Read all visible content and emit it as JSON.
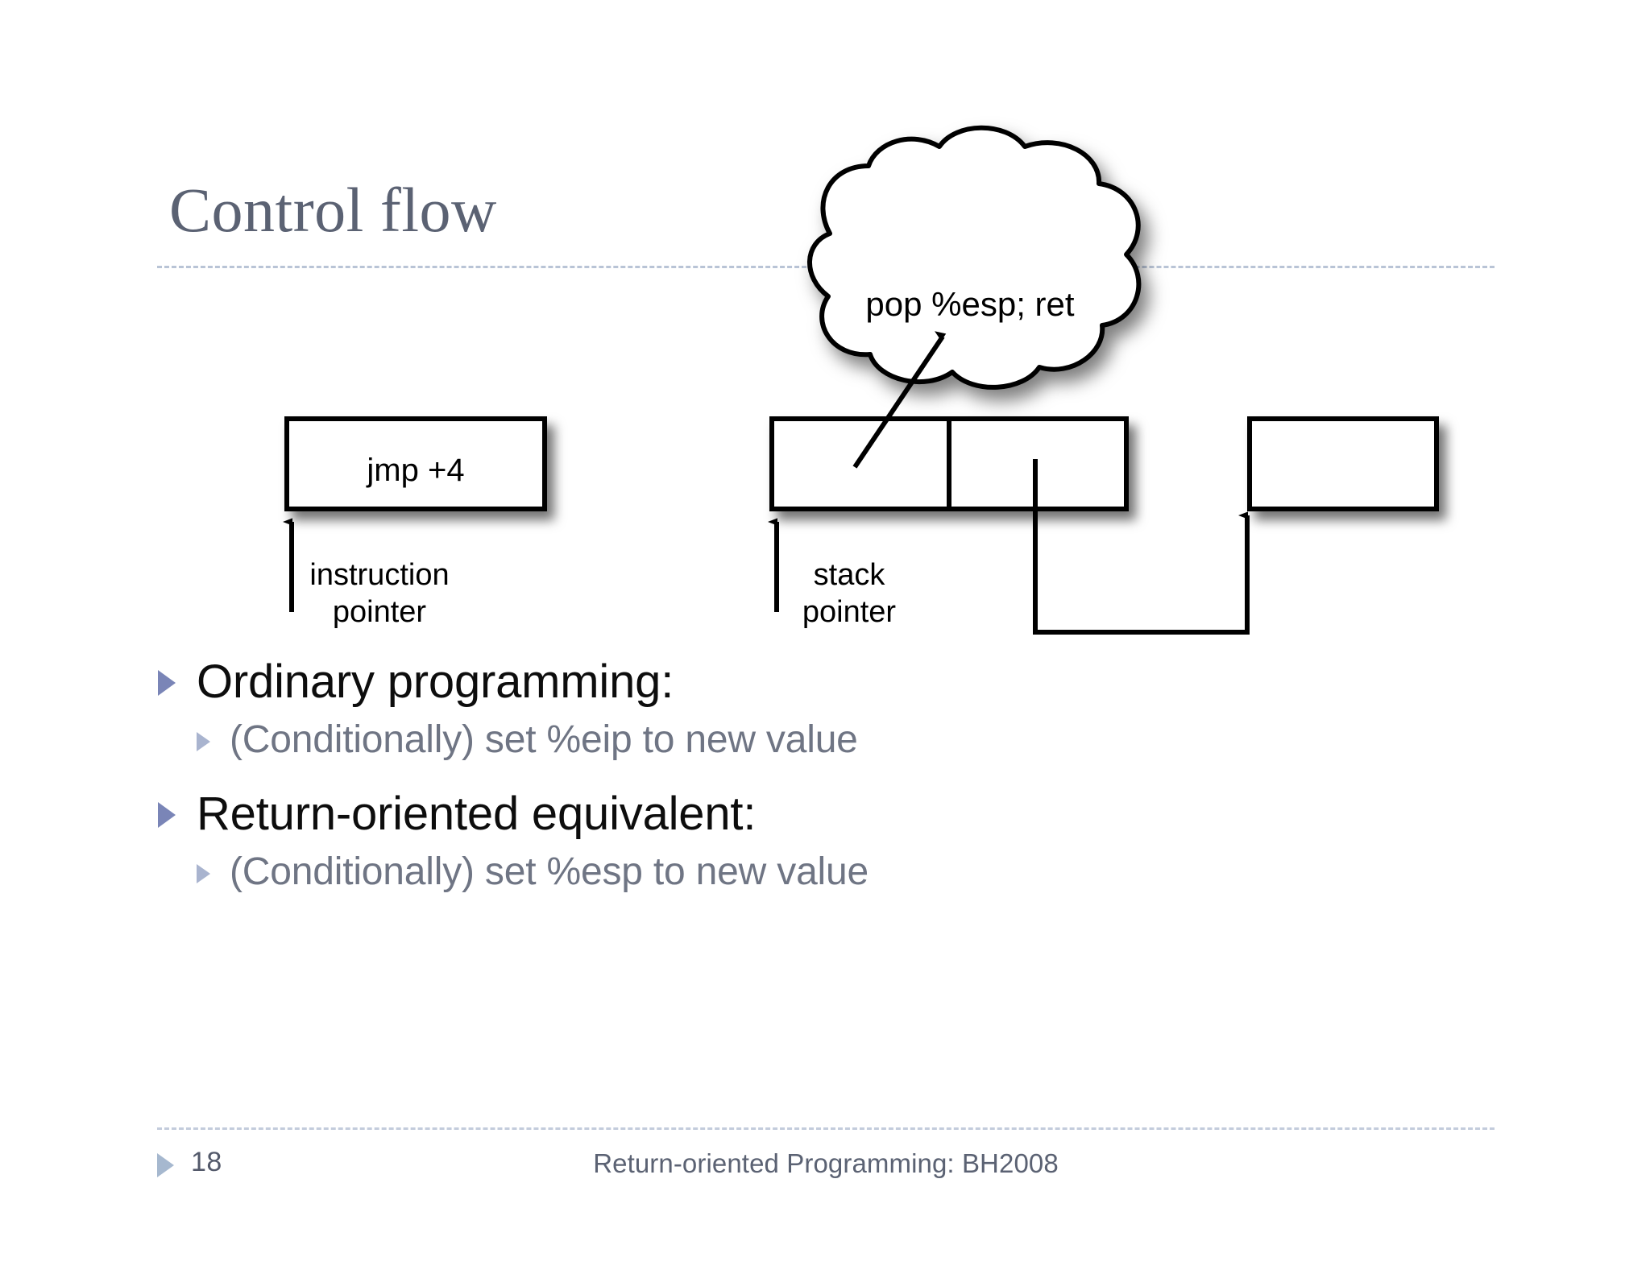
{
  "slide": {
    "title": "Control flow",
    "accent_title_color": "#5b6273",
    "rule_color": "#b9c4d6"
  },
  "diagram": {
    "cloud": {
      "label": "pop %esp;  ret",
      "fill": "#ffffff",
      "stroke": "#000000"
    },
    "boxes": [
      {
        "name": "instruction-box",
        "label": "jmp +4"
      },
      {
        "name": "stack-cell-1",
        "label": ""
      },
      {
        "name": "stack-cell-2",
        "label": ""
      },
      {
        "name": "target-box",
        "label": ""
      }
    ],
    "pointers": [
      {
        "name": "instruction-pointer",
        "line1": "instruction",
        "line2": "pointer"
      },
      {
        "name": "stack-pointer",
        "line1": "stack",
        "line2": "pointer"
      }
    ]
  },
  "bullets": [
    {
      "level": 1,
      "text": "Ordinary programming:"
    },
    {
      "level": 2,
      "text": "(Conditionally) set %eip to new value"
    },
    {
      "level": 1,
      "text": "Return-oriented equivalent:"
    },
    {
      "level": 2,
      "text": "(Conditionally) set %esp to new value"
    }
  ],
  "footer": {
    "page_number": "18",
    "center_text": "Return-oriented Programming: BH2008",
    "bullet_color": "#a6b8cf"
  }
}
